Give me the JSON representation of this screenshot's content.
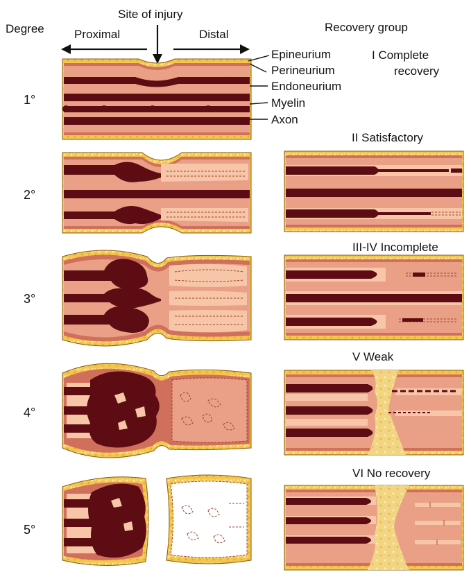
{
  "header": {
    "degree": "Degree",
    "site_of_injury": "Site of injury",
    "proximal": "Proximal",
    "distal": "Distal",
    "recovery_group": "Recovery group"
  },
  "anatomy_labels": {
    "epineurium": "Epineurium",
    "perineurium": "Perineurium",
    "endoneurium": "Endoneurium",
    "myelin": "Myelin",
    "axon": "Axon"
  },
  "degrees": [
    "1°",
    "2°",
    "3°",
    "4°",
    "5°"
  ],
  "recovery": {
    "g1_line1": "I  Complete",
    "g1_line2": "recovery",
    "g2": "II  Satisfactory",
    "g3": "III-IV  Incomplete",
    "g4": "V  Weak",
    "g5": "VI  No recovery"
  },
  "colors": {
    "epineurium_fat": "#f3c64e",
    "perineurium": "#d06f5b",
    "endoneurium": "#e9a087",
    "myelin": "#f7c6a8",
    "axon": "#5c0c12",
    "scar": "#f2d583"
  }
}
